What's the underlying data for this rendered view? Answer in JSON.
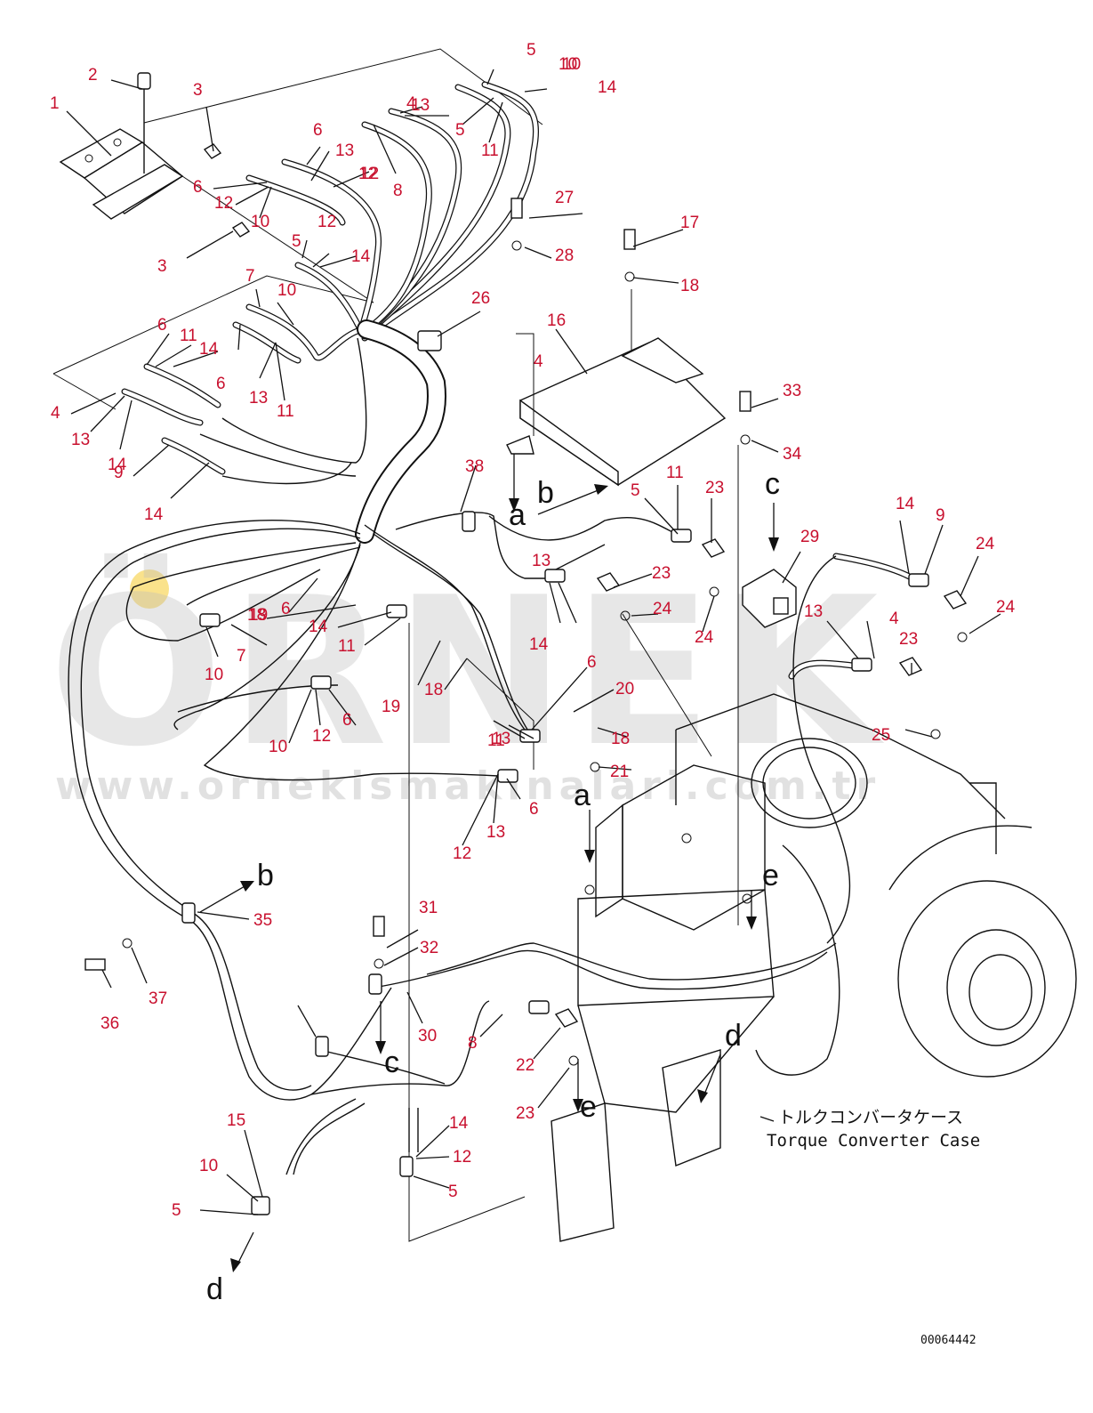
{
  "watermark": {
    "brand": "ÖRNEK",
    "url": "www.ornekismakinalari.com.tr"
  },
  "caption": {
    "japanese": "トルクコンバータケース",
    "english": "Torque Converter Case"
  },
  "document_number": "00064442",
  "section_letters": [
    "a",
    "b",
    "c",
    "d",
    "e"
  ],
  "callouts": [
    "1",
    "2",
    "3",
    "3",
    "4",
    "4",
    "4",
    "4",
    "5",
    "5",
    "5",
    "5",
    "5",
    "5",
    "6",
    "6",
    "6",
    "6",
    "6",
    "6",
    "6",
    "6",
    "7",
    "7",
    "8",
    "8",
    "9",
    "9",
    "10",
    "10",
    "10",
    "10",
    "10",
    "10",
    "10",
    "11",
    "11",
    "11",
    "11",
    "11",
    "11",
    "12",
    "12",
    "12",
    "12",
    "12",
    "12",
    "12",
    "13",
    "13",
    "13",
    "13",
    "13",
    "13",
    "13",
    "13",
    "14",
    "14",
    "14",
    "14",
    "14",
    "14",
    "14",
    "14",
    "14",
    "15",
    "16",
    "17",
    "18",
    "18",
    "18",
    "18",
    "19",
    "19",
    "20",
    "21",
    "22",
    "23",
    "23",
    "23",
    "23",
    "24",
    "24",
    "24",
    "24",
    "25",
    "26",
    "27",
    "28",
    "29",
    "30",
    "31",
    "32",
    "33",
    "34",
    "35",
    "36",
    "37",
    "38"
  ],
  "colors": {
    "callout": "#c8102e",
    "line": "#111111",
    "watermark": "#bdbdbd",
    "accent": "#f5c518"
  }
}
